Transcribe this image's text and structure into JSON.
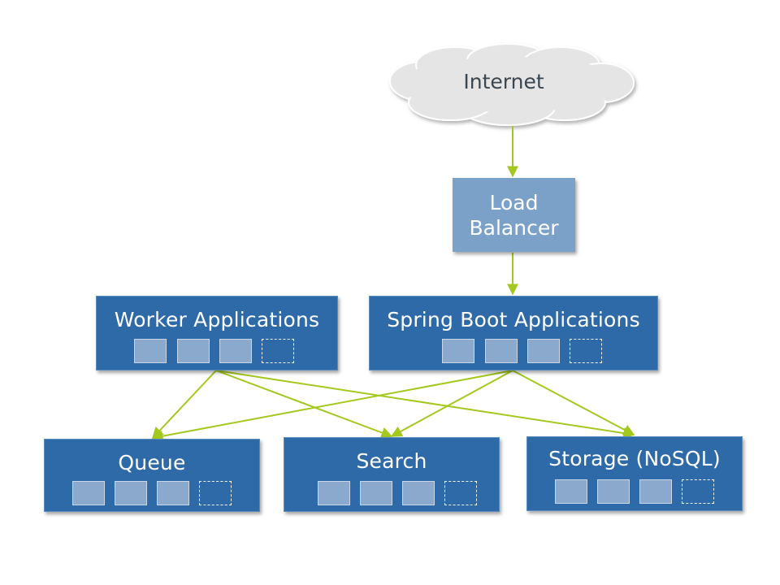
{
  "internet": {
    "label": "Internet"
  },
  "load_balancer": {
    "label": "Load\nBalancer"
  },
  "nodes": {
    "worker": {
      "label": "Worker Applications"
    },
    "spring": {
      "label": "Spring Boot Applications"
    },
    "queue": {
      "label": "Queue"
    },
    "search": {
      "label": "Search"
    },
    "storage": {
      "label": "Storage (NoSQL)"
    }
  },
  "colors": {
    "box_fill": "#2e6aa8",
    "load_balancer_fill": "#7ba1c8",
    "instance_fill": "#8aa9cd",
    "connector": "#a3c81e",
    "cloud_fill": "#e5e5e5"
  }
}
